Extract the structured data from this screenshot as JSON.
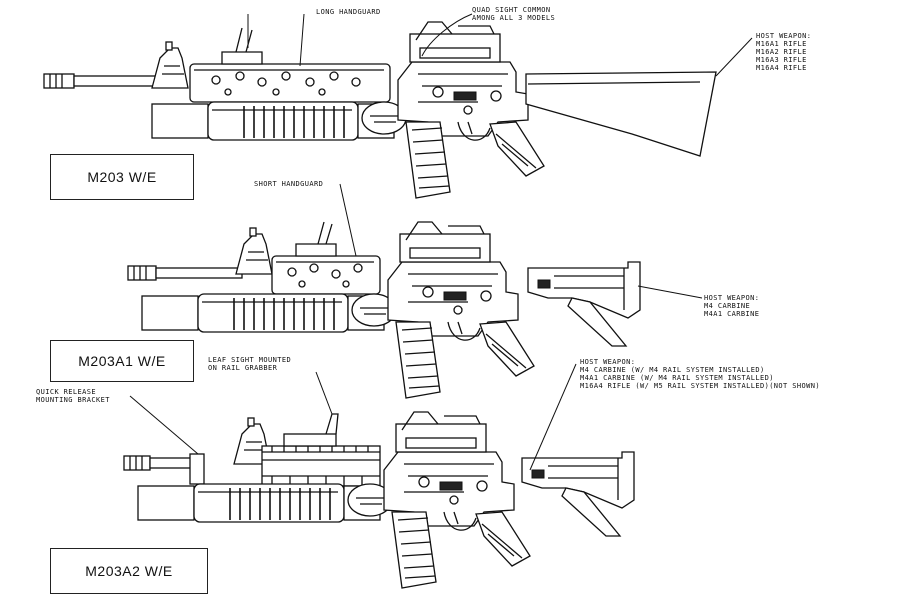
{
  "figure": {
    "callouts": {
      "long_handguard": "LONG HANDGUARD",
      "quad_sight": [
        "QUAD SIGHT COMMON",
        "AMONG ALL 3 MODELS"
      ],
      "host_rifle": [
        "HOST WEAPON:",
        "M16A1 RIFLE",
        "M16A2 RIFLE",
        "M16A3 RIFLE",
        "M16A4 RIFLE"
      ],
      "short_handguard": "SHORT HANDGUARD",
      "host_carbine": [
        "HOST WEAPON:",
        "M4 CARBINE",
        "M4A1 CARBINE"
      ],
      "leaf_sight": [
        "LEAF SIGHT MOUNTED",
        "ON RAIL GRABBER"
      ],
      "quick_release": [
        "QUICK RELEASE",
        "MOUNTING BRACKET"
      ],
      "host_rail": [
        "HOST WEAPON:",
        "M4 CARBINE (W/ M4 RAIL SYSTEM INSTALLED)",
        "M4A1 CARBINE (W/ M4 RAIL SYSTEM INSTALLED)",
        "M16A4 RIFLE (W/ M5 RAIL SYSTEM INSTALLED)(NOT SHOWN)"
      ]
    },
    "models": [
      {
        "label": "M203  W/E"
      },
      {
        "label": "M203A1 W/E"
      },
      {
        "label": "M203A2  W/E"
      }
    ],
    "line_color": "#111111",
    "background": "#ffffff"
  }
}
